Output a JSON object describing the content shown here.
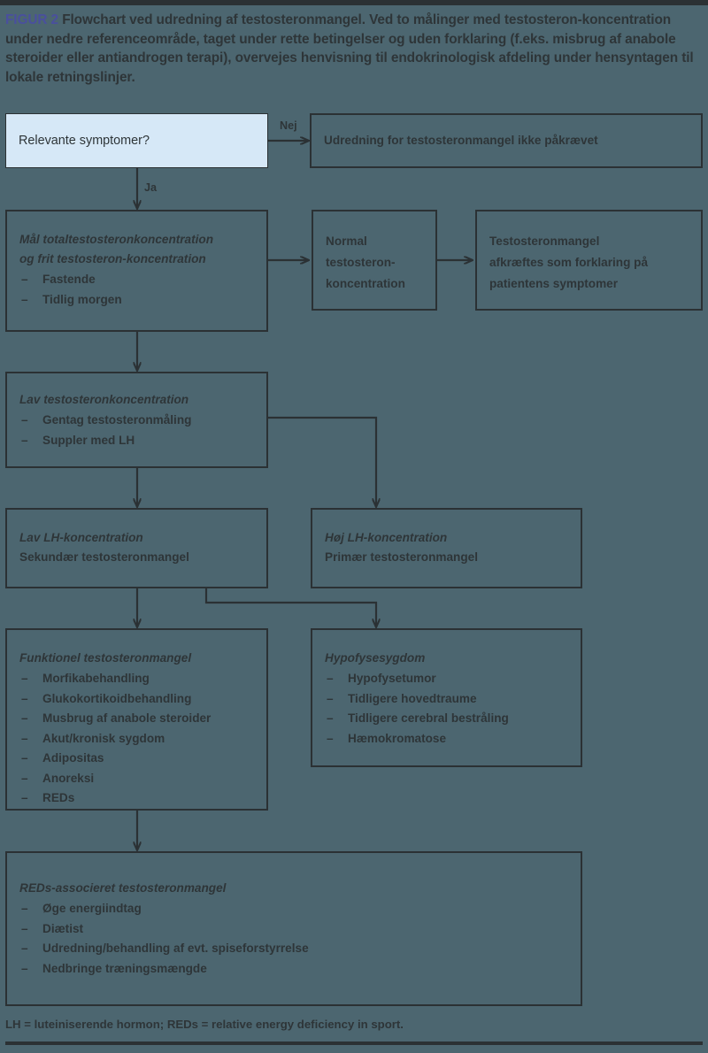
{
  "figure": {
    "label": "FIGUR 2",
    "caption": "Flowchart ved udredning af testosteronmangel. Ved to målinger med testosteron-koncentration under nedre referenceområde, taget under rette betingelser og uden forklaring (f.eks. misbrug af anabole steroider eller antiandrogen terapi), overvejes henvisning til endokrinologisk afdeling under hensyntagen til lokale retningslinjer.",
    "footnote": "LH = luteiniserende hormon; REDs = relative energy deficiency in sport.",
    "colors": {
      "background": "#4c6670",
      "line": "#2b3134",
      "text": "#2e3538",
      "figure_label": "#4a4f9e",
      "highlight_fill": "#d6e8f7"
    }
  },
  "edges": {
    "no_label": "Nej",
    "yes_label": "Ja"
  },
  "nodes": {
    "symptoms": {
      "text": "Relevante symptomer?"
    },
    "no_workup": {
      "text": "Udredning for testosteronmangel ikke påkrævet"
    },
    "measure": {
      "title_line1": "Mål totaltestosteronkoncentration",
      "title_line2": "og frit testosteron-koncentration",
      "bullets": [
        "Fastende",
        "Tidlig morgen"
      ]
    },
    "normal": {
      "line1": "Normal",
      "line2": "testosteron-",
      "line3": "koncentration"
    },
    "ruled_out": {
      "line1": "Testosteronmangel",
      "line2": "afkræftes som forklaring på",
      "line3": "patientens symptomer"
    },
    "low_testosterone": {
      "title": "Lav testosteronkoncentration",
      "bullets": [
        "Gentag testosteronmåling",
        "Suppler med LH"
      ]
    },
    "low_lh": {
      "title": "Lav LH-koncentration",
      "subtitle": "Sekundær testosteronmangel"
    },
    "high_lh": {
      "title": "Høj LH-koncentration",
      "subtitle": "Primær testosteronmangel"
    },
    "functional": {
      "title": "Funktionel testosteronmangel",
      "bullets": [
        "Morfikabehandling",
        "Glukokortikoidbehandling",
        "Musbrug af anabole steroider",
        "Akut/kronisk sygdom",
        "Adipositas",
        "Anoreksi",
        "REDs"
      ]
    },
    "pituitary": {
      "title": "Hypofysesygdom",
      "bullets": [
        "Hypofysetumor",
        "Tidligere hovedtraume",
        "Tidligere cerebral bestråling",
        "Hæmokromatose"
      ]
    },
    "reds": {
      "title": "REDs-associeret testosteronmangel",
      "bullets": [
        "Øge energiindtag",
        "Diætist",
        "Udredning/behandling af evt. spiseforstyrrelse",
        "Nedbringe træningsmængde"
      ]
    }
  }
}
